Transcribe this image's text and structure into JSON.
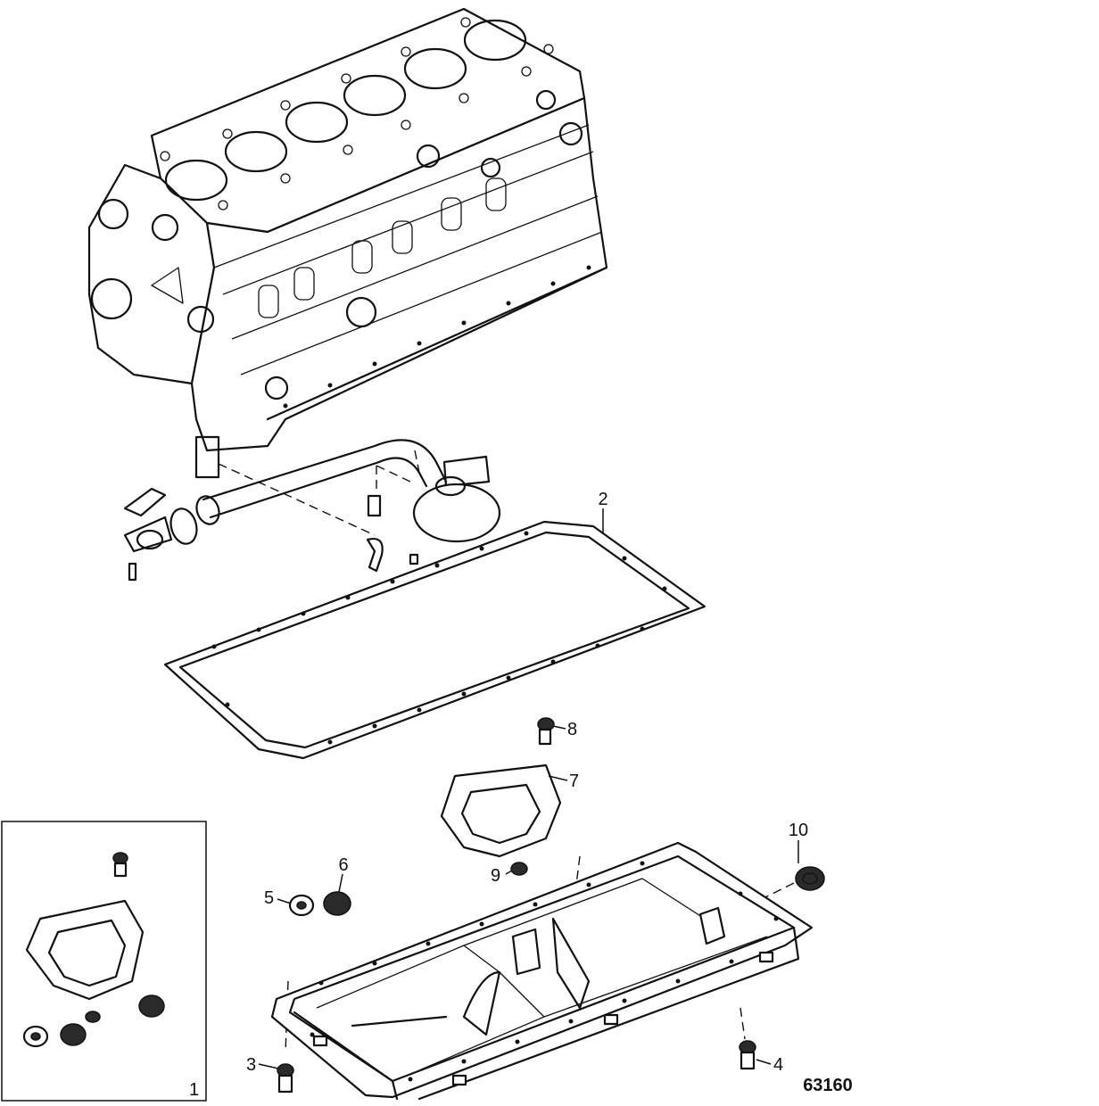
{
  "figure_ref": "63160",
  "callouts": [
    {
      "id": "1",
      "text": "1"
    },
    {
      "id": "2",
      "text": "2"
    },
    {
      "id": "3",
      "text": "3"
    },
    {
      "id": "4",
      "text": "4"
    },
    {
      "id": "5",
      "text": "5"
    },
    {
      "id": "6",
      "text": "6"
    },
    {
      "id": "7",
      "text": "7"
    },
    {
      "id": "8",
      "text": "8"
    },
    {
      "id": "9",
      "text": "9"
    },
    {
      "id": "10",
      "text": "10"
    }
  ]
}
